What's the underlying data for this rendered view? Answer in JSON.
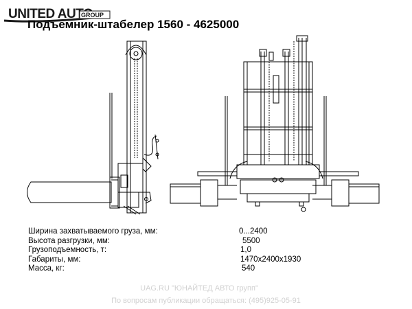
{
  "brand": {
    "logo_main": "UNITED AUTO",
    "logo_sub": "GROUP"
  },
  "title": "Подъемник-штабелер 1560 - 4625000",
  "specs": [
    {
      "label": "Ширина захватываемого груза, мм:",
      "value": "0...2400"
    },
    {
      "label": "Высота разгрузки, мм:",
      "value": "5500"
    },
    {
      "label": "Грузоподъемность, т:",
      "value": "1,0"
    },
    {
      "label": "Габариты, мм:",
      "value": "1470x2400x1930"
    },
    {
      "label": "Масса, кг:",
      "value": "540"
    }
  ],
  "footer": {
    "line1": "UAG.RU \"ЮНАЙТЕД АВТО групп\"",
    "line2": "По вопросам публикации обращаться: (495)925-05-91"
  },
  "colors": {
    "ink": "#000000",
    "logo_text": "#1a1a1a",
    "logo_group_bg": "#ffffff",
    "footer_text": "#d2d2d2"
  }
}
